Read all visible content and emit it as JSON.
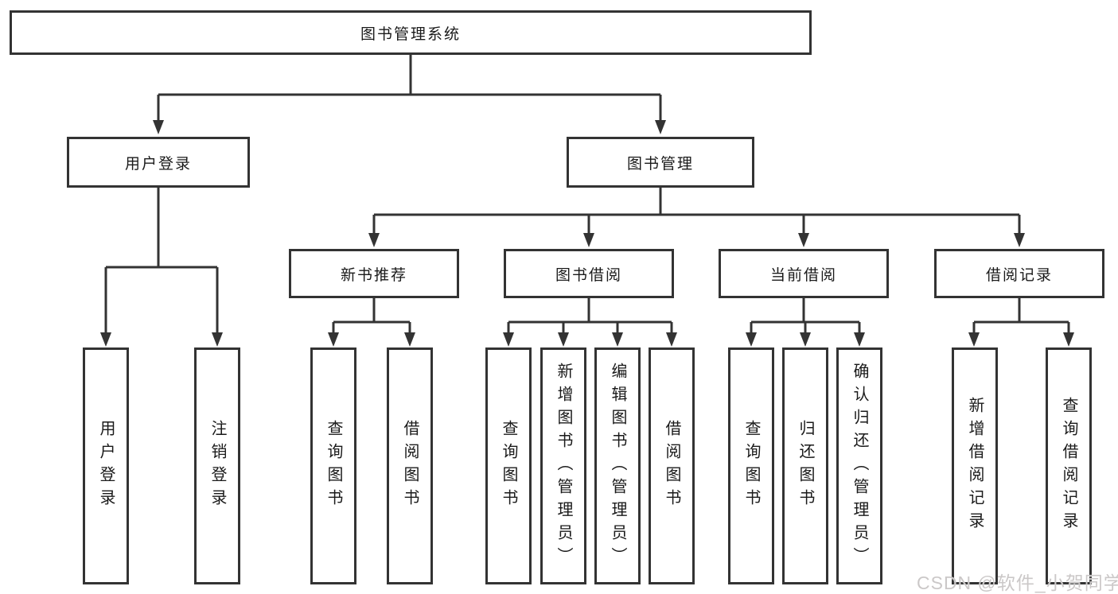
{
  "diagram": {
    "root": {
      "label": "图书管理系统"
    },
    "branches": [
      {
        "label": "用户登录",
        "children": [
          {
            "label": "用户登录"
          },
          {
            "label": "注销登录"
          }
        ]
      },
      {
        "label": "图书管理",
        "children": [
          {
            "label": "新书推荐",
            "children": [
              {
                "label": "查询图书"
              },
              {
                "label": "借阅图书"
              }
            ]
          },
          {
            "label": "图书借阅",
            "children": [
              {
                "label": "查询图书"
              },
              {
                "label": "新增图书（管理员）"
              },
              {
                "label": "编辑图书（管理员）"
              },
              {
                "label": "借阅图书"
              }
            ]
          },
          {
            "label": "当前借阅",
            "children": [
              {
                "label": "查询图书"
              },
              {
                "label": "归还图书"
              },
              {
                "label": "确认归还（管理员）"
              }
            ]
          },
          {
            "label": "借阅记录",
            "children": [
              {
                "label": "新增借阅记录"
              },
              {
                "label": "查询借阅记录"
              }
            ]
          }
        ]
      }
    ]
  },
  "watermark": {
    "text": "CSDN @软件_小贺同学"
  },
  "colors": {
    "line": "#333333",
    "text": "#1a1a1a",
    "background": "#ffffff",
    "watermark": "#cbc8c8"
  }
}
